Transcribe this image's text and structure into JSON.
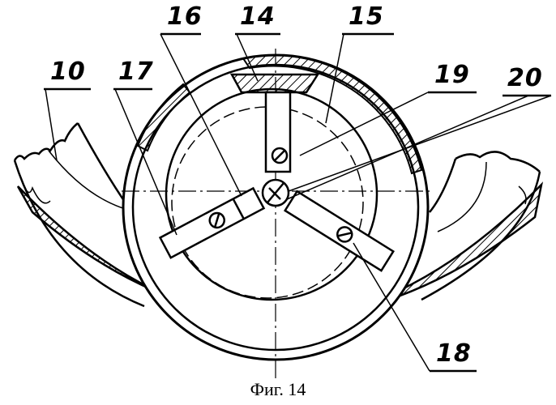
{
  "caption": "Фиг. 14",
  "labels": {
    "l10": "10",
    "l17": "17",
    "l16": "16",
    "l14": "14",
    "l15": "15",
    "l19": "19",
    "l20": "20",
    "l18": "18"
  },
  "colors": {
    "ink": "#000000",
    "paper": "#ffffff"
  }
}
